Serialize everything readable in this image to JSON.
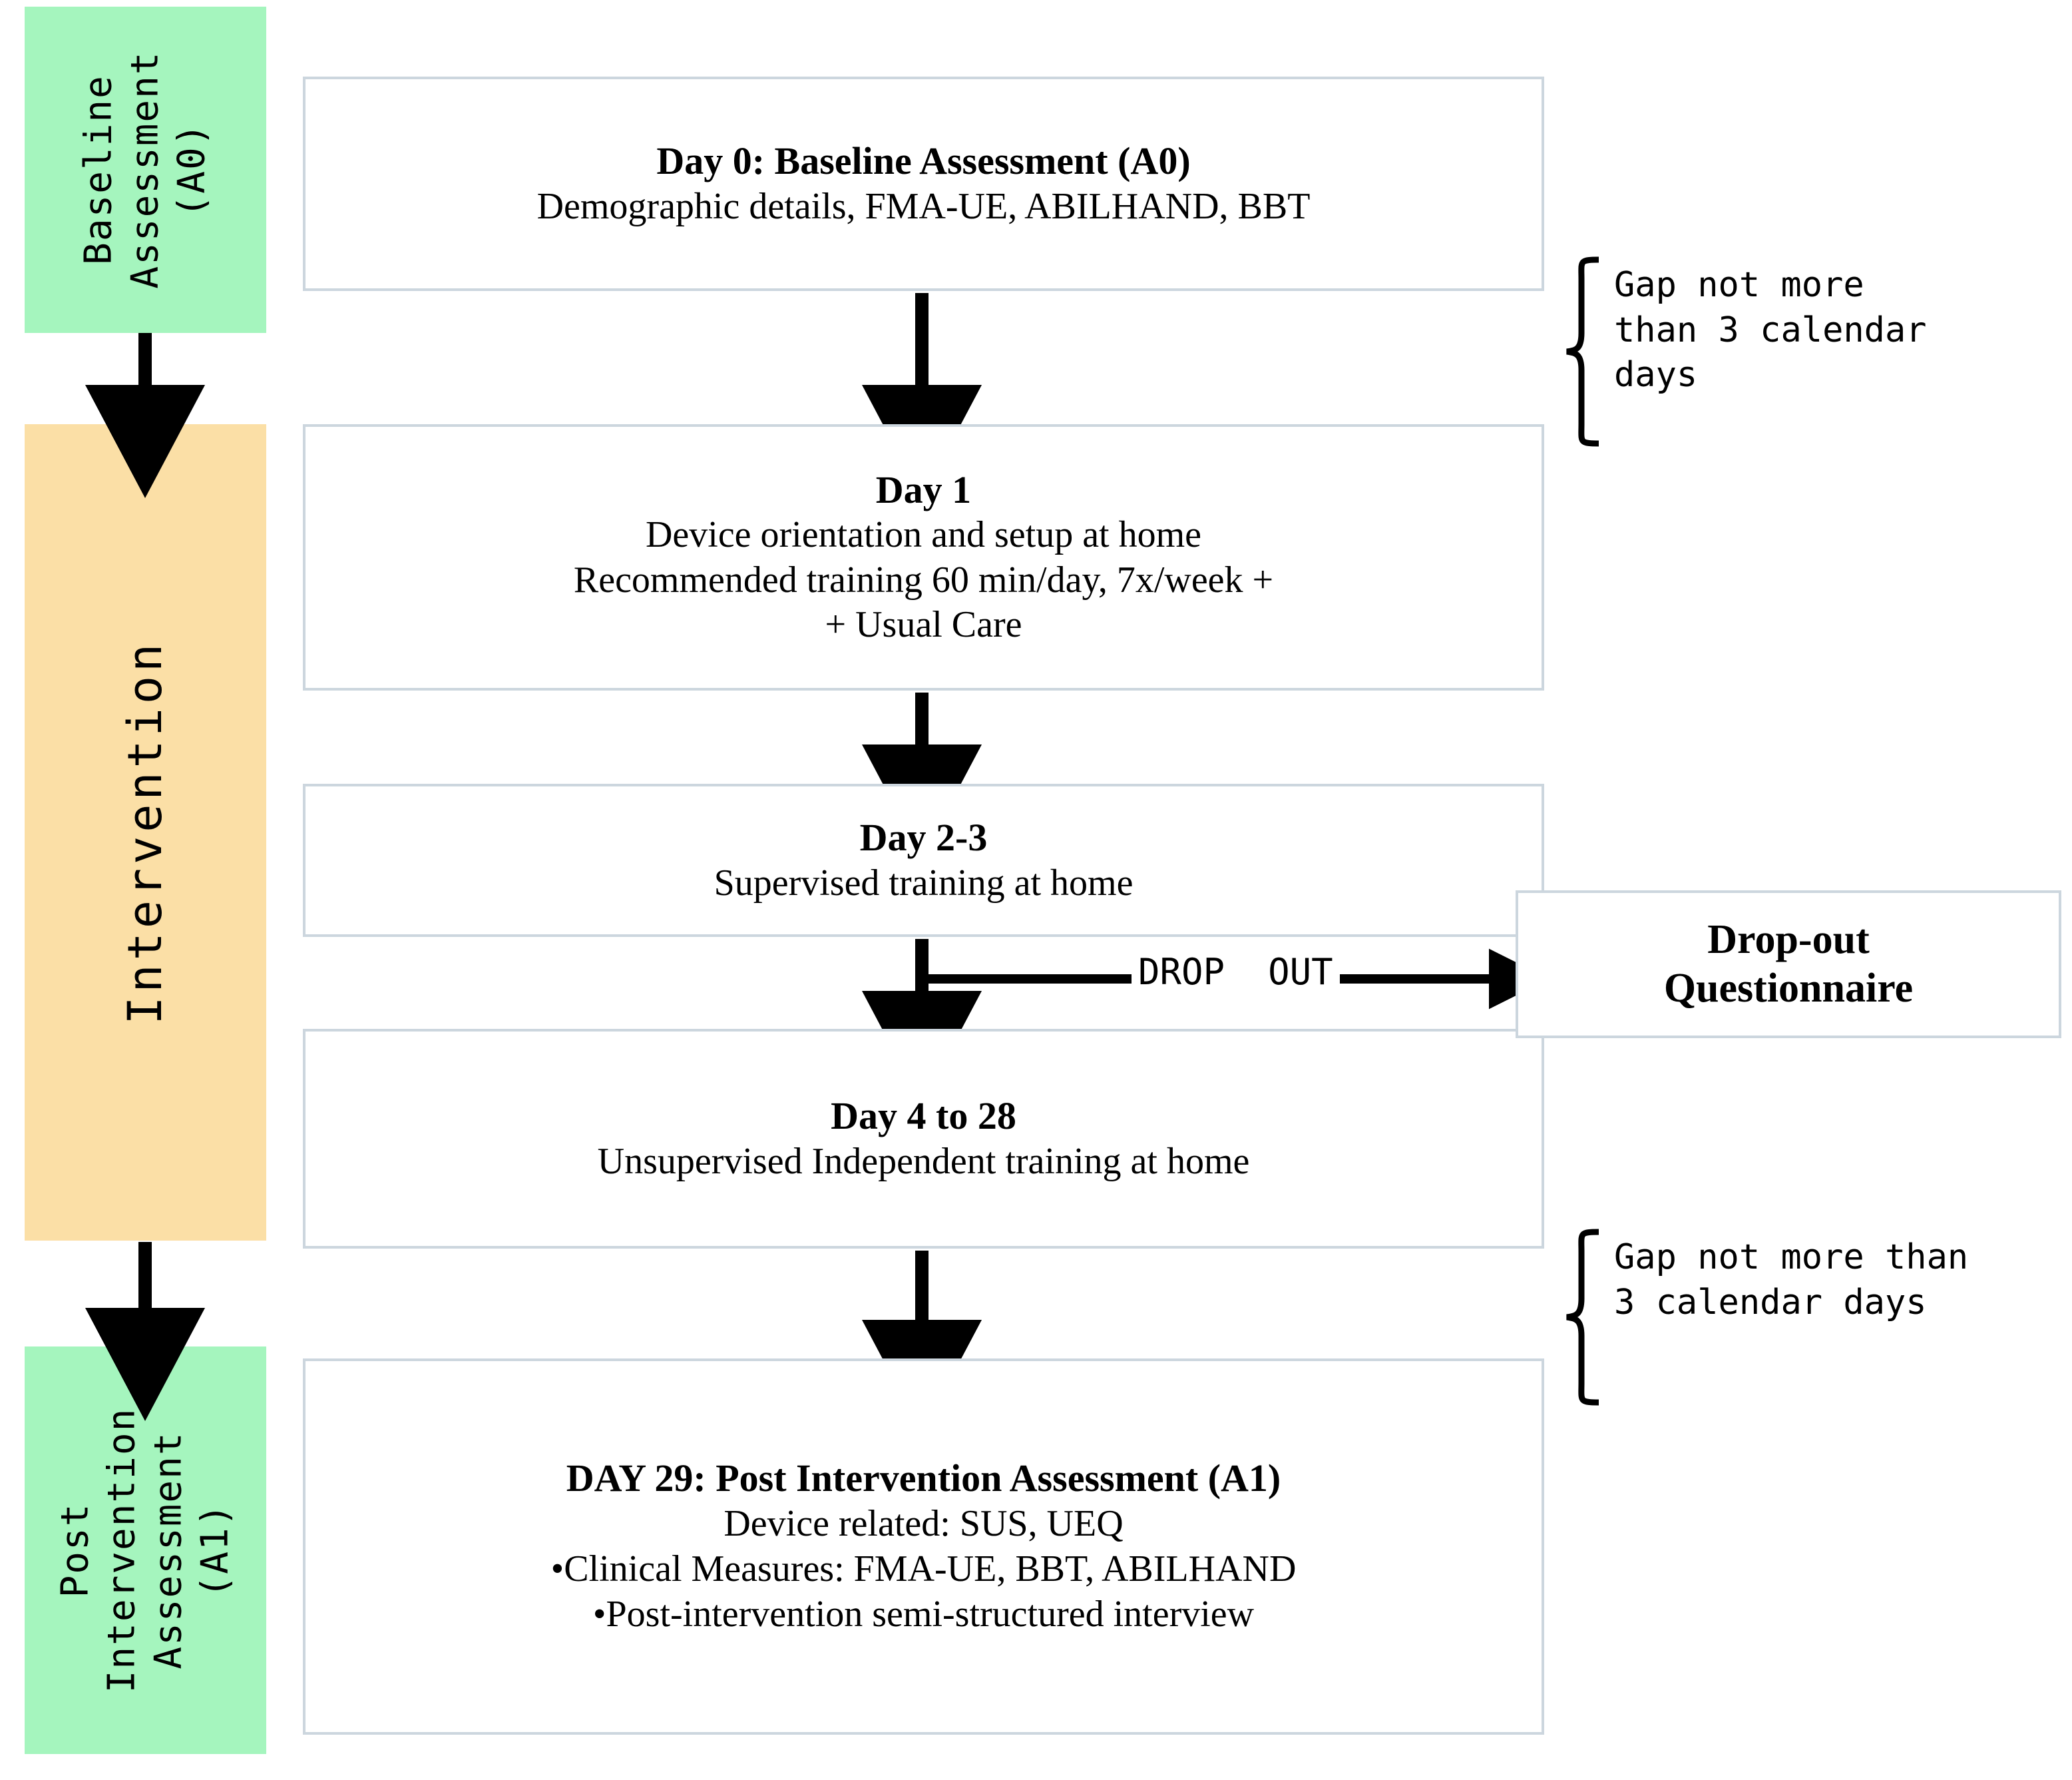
{
  "colors": {
    "phase_baseline_bg": "#a5f5be",
    "phase_intervention_bg": "#fbdfa6",
    "phase_post_bg": "#a5f5be",
    "box_border": "#ccd6de",
    "box_bg": "#ffffff",
    "connector": "#000000",
    "text": "#000000"
  },
  "phases": [
    {
      "id": "baseline",
      "label": "Baseline\nAssessment\n(A0)"
    },
    {
      "id": "intervention",
      "label": "Intervention"
    },
    {
      "id": "post",
      "label": "Post\nIntervention\nAssessment\n(A1)"
    }
  ],
  "boxes": {
    "day0": {
      "title": "Day 0:  Baseline Assessment (A0)",
      "line1": "Demographic details, FMA-UE, ABILHAND, BBT"
    },
    "day1": {
      "title": "Day 1",
      "line1": "Device orientation and setup at home",
      "line2": "Recommended training  60 min/day, 7x/week +",
      "line3": "+ Usual Care"
    },
    "day23": {
      "title": "Day 2-3",
      "line1": "Supervised training at home"
    },
    "day428": {
      "title": "Day 4 to 28",
      "line1": "Unsupervised Independent training at home"
    },
    "day29": {
      "title": "DAY 29: Post Intervention Assessment (A1)",
      "line1": "Device related: SUS, UEQ",
      "bullet1": "•Clinical Measures: FMA-UE, BBT, ABILHAND",
      "bullet2": "•Post-intervention semi-structured interview"
    },
    "dropout": {
      "title_line1": "Drop-out",
      "title_line2": "Questionnaire"
    }
  },
  "annotations": {
    "gap_top": "Gap not more\nthan 3 calendar\ndays",
    "gap_bottom": "Gap not more than\n3 calendar days",
    "dropout_edge_label": "DROP  OUT"
  }
}
